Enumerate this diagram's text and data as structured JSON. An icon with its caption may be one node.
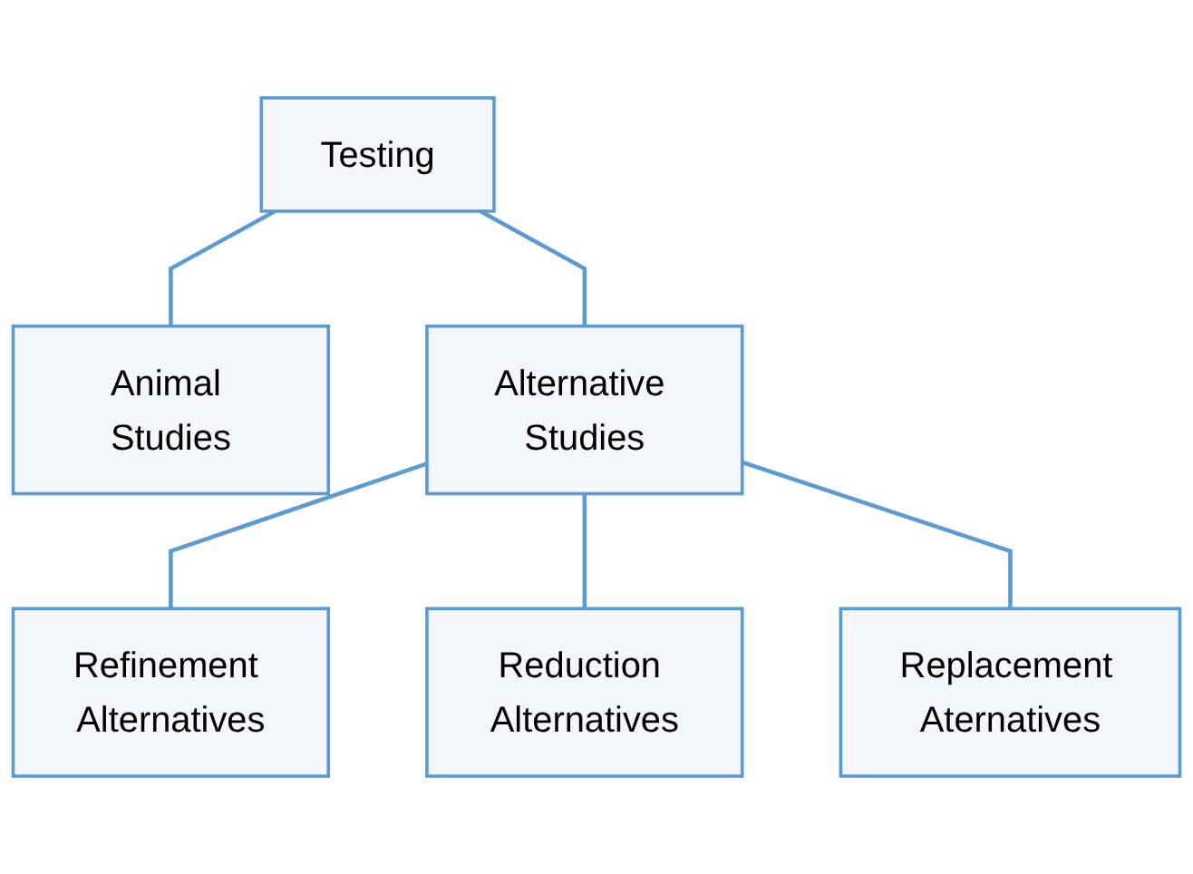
{
  "diagram": {
    "nodes": [
      {
        "text": [
          "Testing"
        ]
      },
      {
        "text": [
          "Animal Studies"
        ]
      },
      {
        "text": [
          "Alternative Studies"
        ]
      },
      {
        "text": [
          "Refinement Alternatives"
        ]
      },
      {
        "text": [
          "Reduction Alternatives"
        ]
      },
      {
        "text": [
          "Replacement Aternatives"
        ]
      }
    ],
    "edges": [
      {
        "from": 0,
        "to": 1,
        "arrow": "none"
      },
      {
        "from": 0,
        "to": 2,
        "arrow": "none"
      },
      {
        "from": 2,
        "to": 3,
        "arrow": "none"
      },
      {
        "from": 2,
        "to": 4,
        "arrow": "none"
      },
      {
        "from": 2,
        "to": 5,
        "arrow": "none"
      }
    ]
  }
}
